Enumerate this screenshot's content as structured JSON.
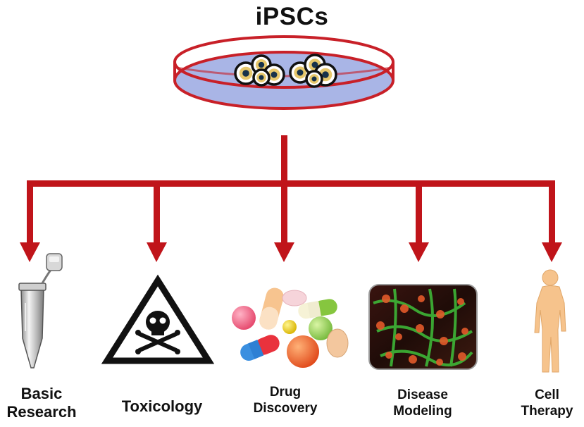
{
  "title": "iPSCs",
  "applications": [
    {
      "line1": "Basic",
      "line2": "Research",
      "icon": "microtube-icon"
    },
    {
      "line1": "Toxicology",
      "line2": "",
      "icon": "toxic-skull-icon"
    },
    {
      "line1": "Drug",
      "line2": "Discovery",
      "icon": "pills-icon"
    },
    {
      "line1": "Disease",
      "line2": "Modeling",
      "icon": "cell-culture-micrograph-icon"
    },
    {
      "line1": "Cell",
      "line2": "Therapy",
      "icon": "human-silhouette-icon"
    }
  ],
  "colors": {
    "arrow": "#c0141a",
    "dish_rim": "#c82028",
    "dish_medium": "#a9b5e6",
    "cell_nucleus": "#e7c86c",
    "cell_center": "#17324a",
    "human": "#f6c38c"
  }
}
